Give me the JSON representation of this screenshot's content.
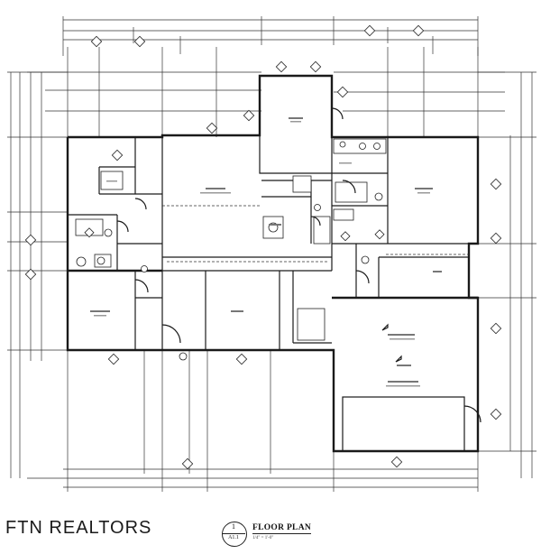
{
  "brand": {
    "text": "FTN REALTORS"
  },
  "title_block": {
    "sheet_number": "1",
    "sheet_ref": "A1.1",
    "title": "FLOOR PLAN",
    "scale": "1/4\" = 1'-0\""
  }
}
